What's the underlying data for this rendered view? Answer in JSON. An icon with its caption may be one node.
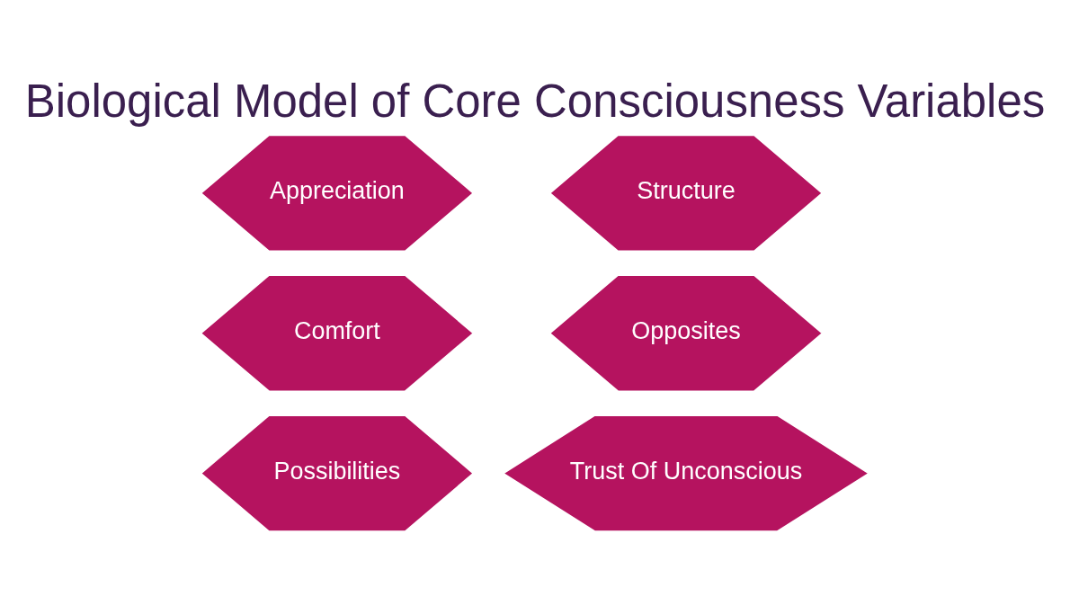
{
  "diagram": {
    "title": "Biological Model of Core Consciousness Variables",
    "nodes": [
      {
        "text": [
          "Appreciation"
        ]
      },
      {
        "text": [
          "Structure"
        ]
      },
      {
        "text": [
          "Comfort"
        ]
      },
      {
        "text": [
          "Opposites"
        ]
      },
      {
        "text": [
          "Possibilities"
        ]
      },
      {
        "text": [
          "Trust Of Unconscious"
        ]
      }
    ]
  }
}
